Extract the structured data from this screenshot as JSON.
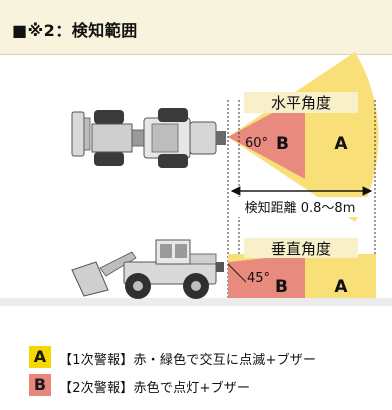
{
  "title": "■※2：検知範囲",
  "horizontal_section": {
    "label": "水平角度",
    "angle": "60°",
    "zone_b": "B",
    "zone_a": "A",
    "distance_label": "検知距離 0.8〜8m"
  },
  "vertical_section": {
    "label": "垂直角度",
    "angle": "45°",
    "zone_b": "B",
    "zone_a": "A"
  },
  "legend": [
    {
      "badge": "A",
      "text": "【1次警報】赤・緑色で交互に点滅+ブザー",
      "color": "#f5d800"
    },
    {
      "badge": "B",
      "text": "【2次警報】赤色で点灯+ブザー",
      "color": "#e8857c"
    }
  ],
  "colors": {
    "zone_a": "#f9df78",
    "zone_b": "#e98a7f",
    "header_bg": "#f8f3dc",
    "ground": "#ececec"
  },
  "icons": [
    "wheel-loader-top-view",
    "wheel-loader-side-view"
  ]
}
